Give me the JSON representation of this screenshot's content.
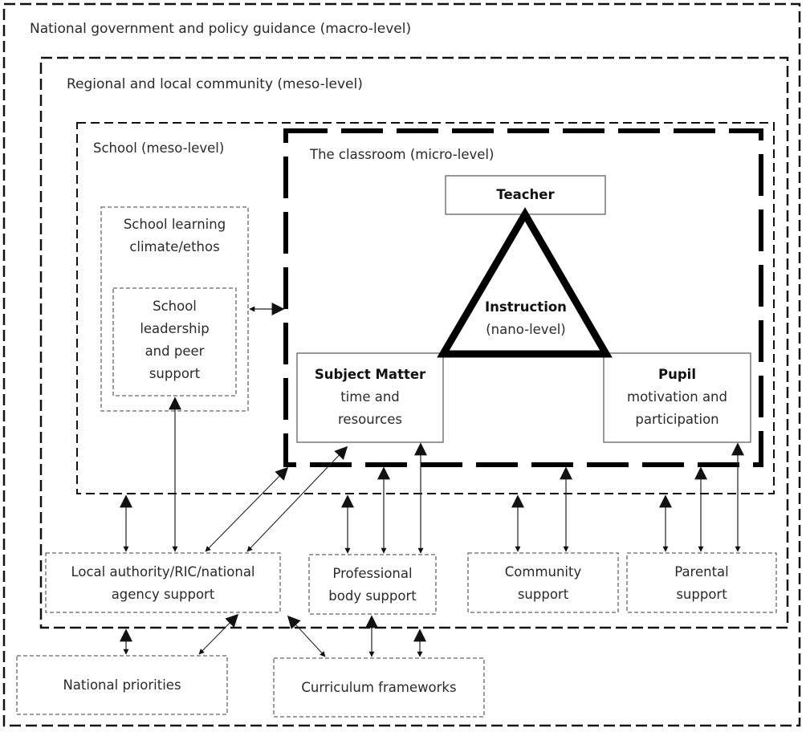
{
  "levels": {
    "macro": "National government and policy guidance (macro-level)",
    "regional": "Regional and local community (meso-level)",
    "school": "School (meso-level)",
    "classroom": "The classroom (micro-level)"
  },
  "school_boxes": {
    "climate": {
      "line1": "School learning",
      "line2": "climate/ethos"
    },
    "leadership": {
      "line1": "School",
      "line2": "leadership",
      "line3": "and peer",
      "line4": "support"
    }
  },
  "classroom": {
    "teacher": "Teacher",
    "instruction": {
      "title": "Instruction",
      "sub": "(nano-level)"
    },
    "subject": {
      "title": "Subject Matter",
      "line1": "time and",
      "line2": "resources"
    },
    "pupil": {
      "title": "Pupil",
      "line1": "motivation and",
      "line2": "participation"
    }
  },
  "support_boxes": {
    "local_authority": {
      "line1": "Local authority/RIC/national",
      "line2": "agency support"
    },
    "professional": {
      "line1": "Professional",
      "line2": "body support"
    },
    "community": {
      "line1": "Community",
      "line2": "support"
    },
    "parental": {
      "line1": "Parental",
      "line2": "support"
    }
  },
  "national_boxes": {
    "priorities": "National priorities",
    "curriculum": "Curriculum frameworks"
  }
}
